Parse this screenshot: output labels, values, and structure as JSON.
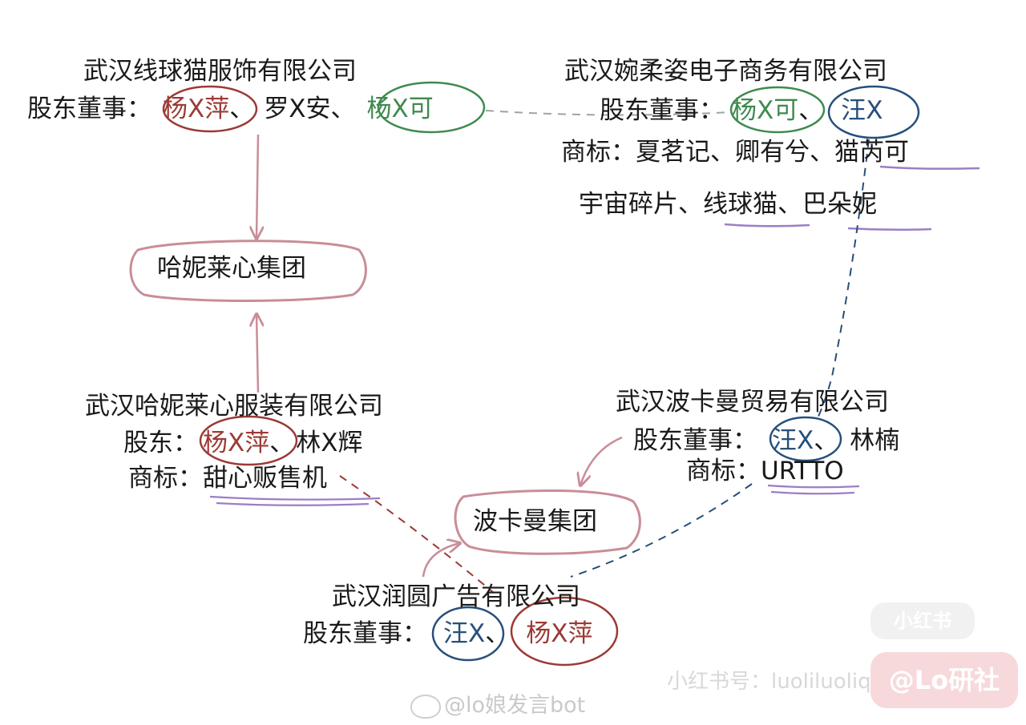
{
  "companies": {
    "xianqiumao": {
      "name": "武汉线球猫服饰有限公司",
      "holders_label": "股东董事：",
      "p1": "杨X萍",
      "sep1": "、",
      "p2": "罗X安",
      "sep2": "、",
      "p3": "杨X可"
    },
    "wanrouzi": {
      "name": "武汉婉柔姿电子商务有限公司",
      "holders_label": "股东董事：",
      "p1": "杨X可",
      "sep1": "、",
      "p2": "汪X",
      "tm_label": "商标：",
      "tm_line1_plain": "夏茗记、卿有兮、",
      "tm_line1_u": "猫芮可",
      "tm_line2_plain1": "宇宙碎片、",
      "tm_line2_u1": "线球猫",
      "tm_line2_sep": "、",
      "tm_line2_u2": "巴朵妮"
    },
    "hanilaixin": {
      "name": "武汉哈妮莱心服装有限公司",
      "holders_label": "股东：",
      "p1": "杨X萍",
      "sep1": "、",
      "p2": "林X辉",
      "tm_label": "商标：",
      "tm": "甜心贩售机"
    },
    "bokaman": {
      "name": "武汉波卡曼贸易有限公司",
      "holders_label": "股东董事：",
      "p1": "汪X",
      "sep1": "、",
      "p2": "林楠",
      "tm_label": "商标：",
      "tm": "URTTO"
    },
    "runyuan": {
      "name": "武汉润圆广告有限公司",
      "holders_label": "股东董事：",
      "p1": "汪X",
      "sep1": "、",
      "p2": "杨X萍"
    }
  },
  "groups": {
    "hanilaixin_group": "哈妮莱心集团",
    "bokaman_group": "波卡曼集团"
  },
  "watermarks": {
    "weibo": "@lo娘发言bot",
    "xhs_id": "小红书号：luoliluoliqishe",
    "xhs_logo": "小红书",
    "lo_badge": "@Lo研社"
  },
  "colors": {
    "red": "#9b3a36",
    "green": "#3f8a4f",
    "blue": "#274f7c",
    "pink": "#c98d98",
    "purple": "#9b7fc4"
  }
}
